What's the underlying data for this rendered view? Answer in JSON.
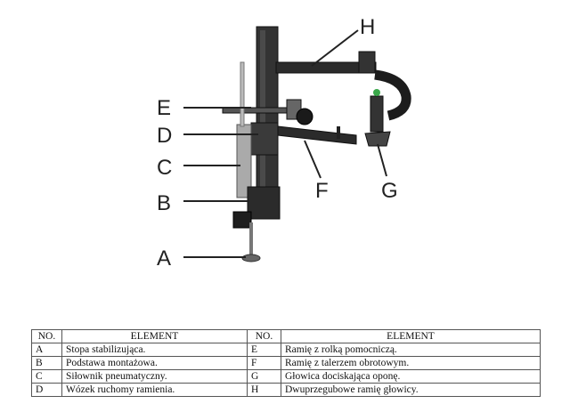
{
  "callouts": {
    "A": "A",
    "B": "B",
    "C": "C",
    "D": "D",
    "E": "E",
    "F": "F",
    "G": "G",
    "H": "H"
  },
  "table": {
    "headers": [
      "NO.",
      "ELEMENT",
      "NO.",
      "ELEMENT"
    ],
    "rows": [
      [
        "A",
        "Stopa stabilizująca.",
        "E",
        "Ramię z rolką pomocniczą."
      ],
      [
        "B",
        "Podstawa montażowa.",
        "F",
        "Ramię z talerzem obrotowym."
      ],
      [
        "C",
        "Siłownik pneumatyczny.",
        "G",
        "Głowica dociskająca oponę."
      ],
      [
        "D",
        "Wózek ruchomy ramienia.",
        "H",
        "Dwuprzegubowe ramię głowicy."
      ]
    ]
  },
  "colors": {
    "accent": "#3aa84a",
    "metal": "#2b2b2b"
  }
}
